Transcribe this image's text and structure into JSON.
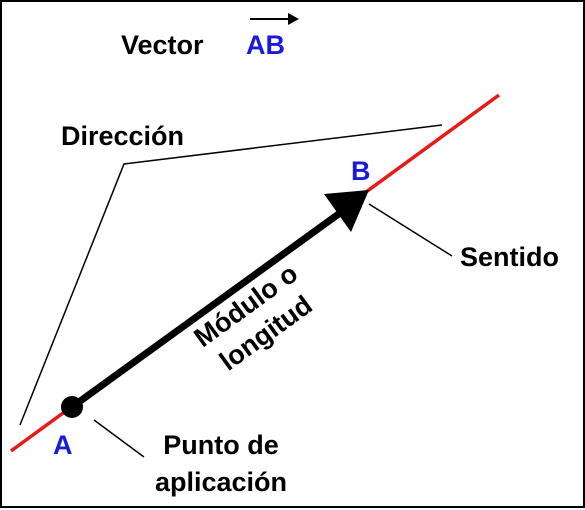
{
  "title": {
    "prefix": "Vector",
    "vector_name": "AB"
  },
  "labels": {
    "direction": "Dirección",
    "sense": "Sentido",
    "magnitude_line1": "Módulo o",
    "magnitude_line2": "longitud",
    "application_line1": "Punto de",
    "application_line2": "aplicación",
    "point_a": "A",
    "point_b": "B"
  },
  "colors": {
    "text": "#000000",
    "point_labels": "#1a1adb",
    "direction_line": "#e61a1a",
    "vector": "#000000",
    "background": "#ffffff"
  }
}
